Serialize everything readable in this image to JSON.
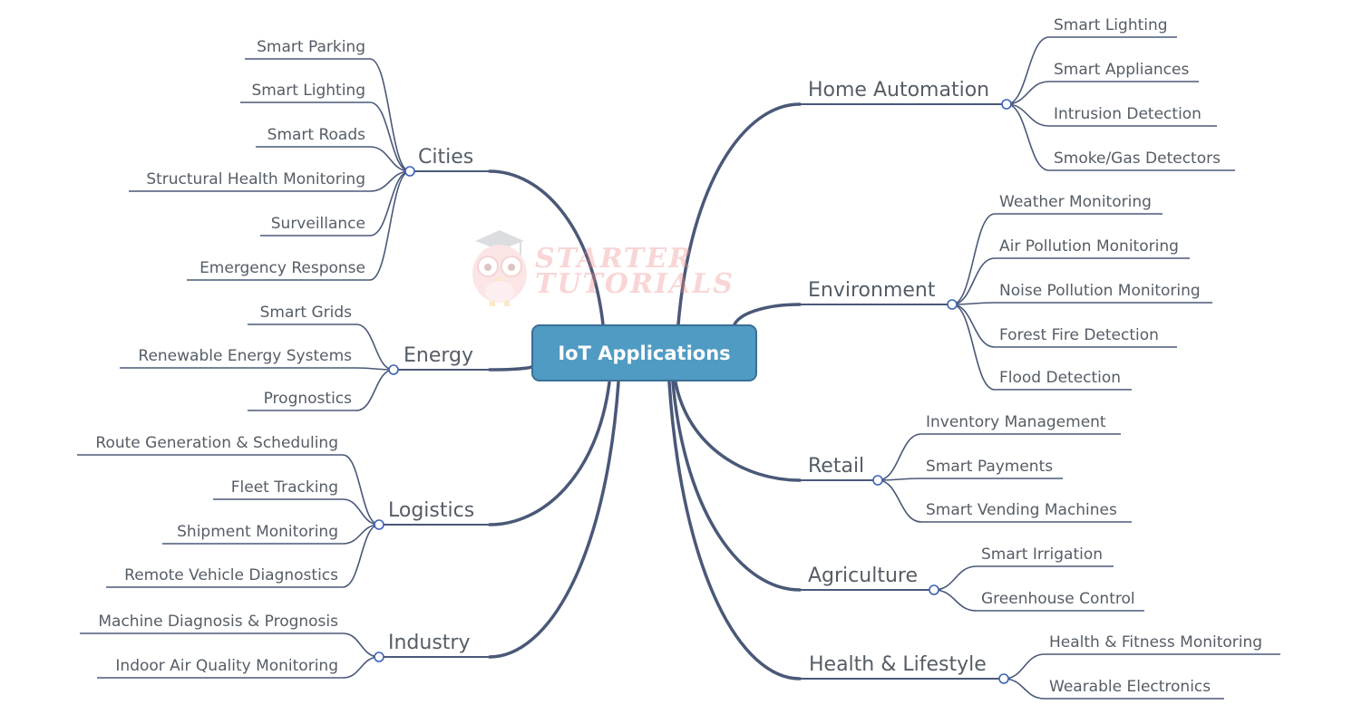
{
  "center": "IoT Applications",
  "watermark": {
    "line1": "STARTER",
    "line2": "TUTORIALS"
  },
  "colors": {
    "line": "#4a5878",
    "text": "#555d66",
    "center_fill": "#4f9bc3",
    "center_border": "#3b6e96",
    "watermark": "#f08a8a"
  },
  "branches": [
    {
      "name": "Cities",
      "items": [
        "Smart Parking",
        "Smart Lighting",
        "Smart Roads",
        "Structural Health Monitoring",
        "Surveillance",
        "Emergency Response"
      ]
    },
    {
      "name": "Energy",
      "items": [
        "Smart Grids",
        "Renewable Energy Systems",
        "Prognostics"
      ]
    },
    {
      "name": "Logistics",
      "items": [
        "Route Generation & Scheduling",
        "Fleet Tracking",
        "Shipment Monitoring",
        "Remote Vehicle Diagnostics"
      ]
    },
    {
      "name": "Industry",
      "items": [
        "Machine Diagnosis & Prognosis",
        "Indoor Air Quality Monitoring"
      ]
    },
    {
      "name": "Home Automation",
      "items": [
        "Smart Lighting",
        "Smart Appliances",
        "Intrusion Detection",
        "Smoke/Gas Detectors"
      ]
    },
    {
      "name": "Environment",
      "items": [
        "Weather Monitoring",
        "Air Pollution Monitoring",
        "Noise Pollution Monitoring",
        "Forest Fire Detection",
        "Flood Detection"
      ]
    },
    {
      "name": "Retail",
      "items": [
        "Inventory Management",
        "Smart Payments",
        "Smart Vending Machines"
      ]
    },
    {
      "name": "Agriculture",
      "items": [
        "Smart Irrigation",
        "Greenhouse Control"
      ]
    },
    {
      "name": "Health & Lifestyle",
      "items": [
        "Health & Fitness Monitoring",
        "Wearable Electronics"
      ]
    }
  ]
}
